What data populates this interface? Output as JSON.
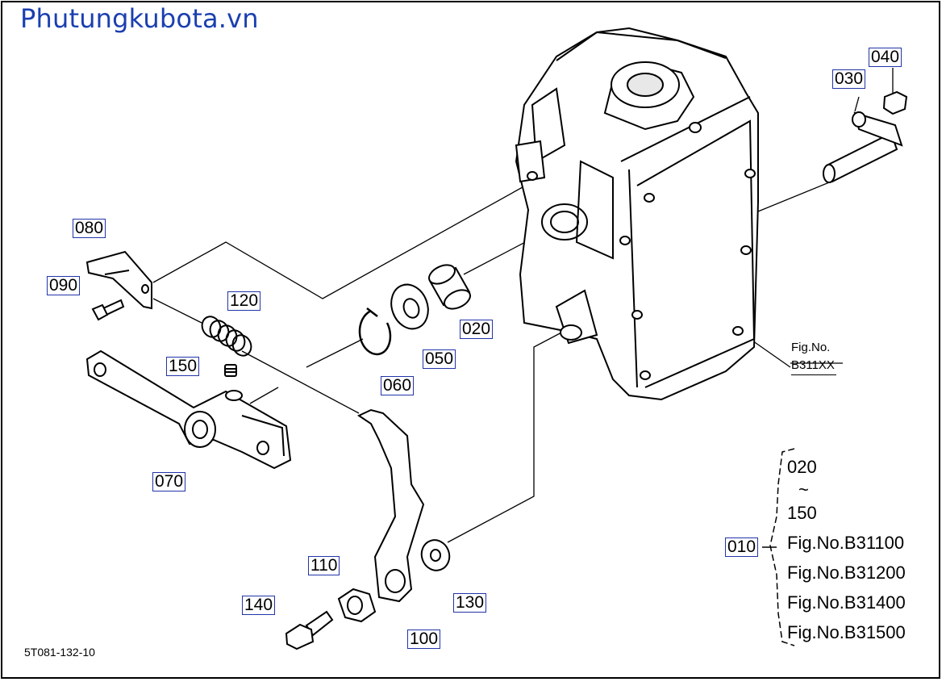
{
  "watermark": "Phutungkubota.vn",
  "diagram_code": "5T081-132-10",
  "figure_ref": {
    "line1": "Fig.No.",
    "line2": "B311XX"
  },
  "callouts": {
    "p010": "010",
    "p020": "020",
    "p030": "030",
    "p040": "040",
    "p050": "050",
    "p060": "060",
    "p070": "070",
    "p080": "080",
    "p090": "090",
    "p100": "100",
    "p110": "110",
    "p120": "120",
    "p130": "130",
    "p140": "140",
    "p150": "150"
  },
  "applicability": {
    "range_from": "020",
    "range_sep": "~",
    "range_to": "150",
    "figures": [
      "Fig.No.B31100",
      "Fig.No.B31200",
      "Fig.No.B31400",
      "Fig.No.B31500"
    ]
  }
}
